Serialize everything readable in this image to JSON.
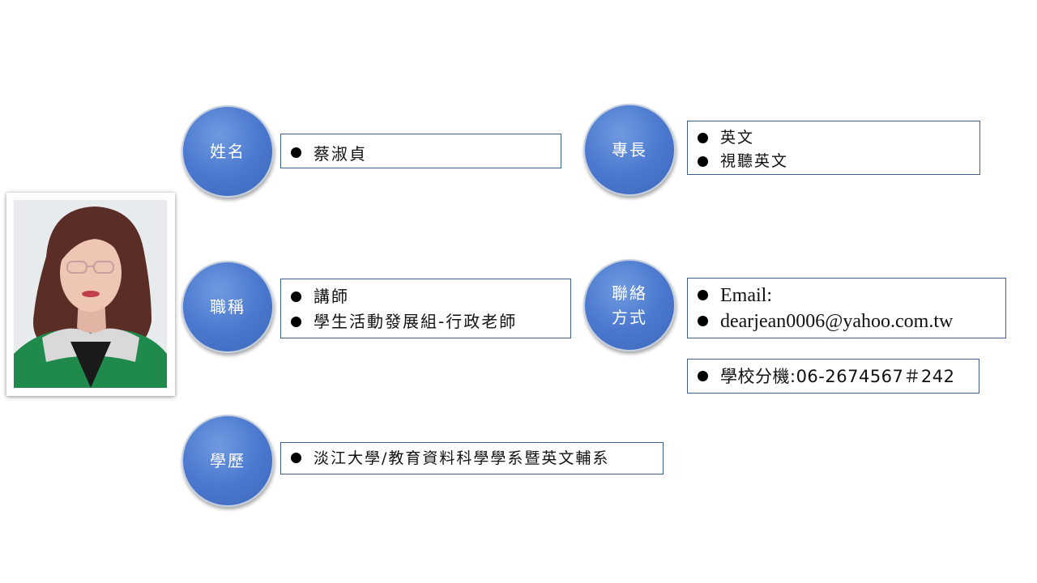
{
  "photo": {
    "alt": "profile photo"
  },
  "fields": {
    "name": {
      "label": "姓名",
      "items": [
        "蔡淑貞"
      ]
    },
    "specialty": {
      "label": "專長",
      "items": [
        "英文",
        "視聽英文"
      ]
    },
    "title": {
      "label": "職稱",
      "items": [
        "講師",
        "學生活動發展組-行政老師"
      ]
    },
    "contact": {
      "label_line1": "聯絡",
      "label_line2": "方式",
      "items": [
        "Email:",
        "dearjean0006@yahoo.com.tw"
      ],
      "extension": "學校分機:06-2674567＃242"
    },
    "education": {
      "label": "學歷",
      "items": [
        "淡江大學/教育資料科學學系暨英文輔系"
      ]
    }
  },
  "colors": {
    "circle": "#4c79cf",
    "box_border": "#3e5f8f",
    "bullet": "#000000"
  }
}
